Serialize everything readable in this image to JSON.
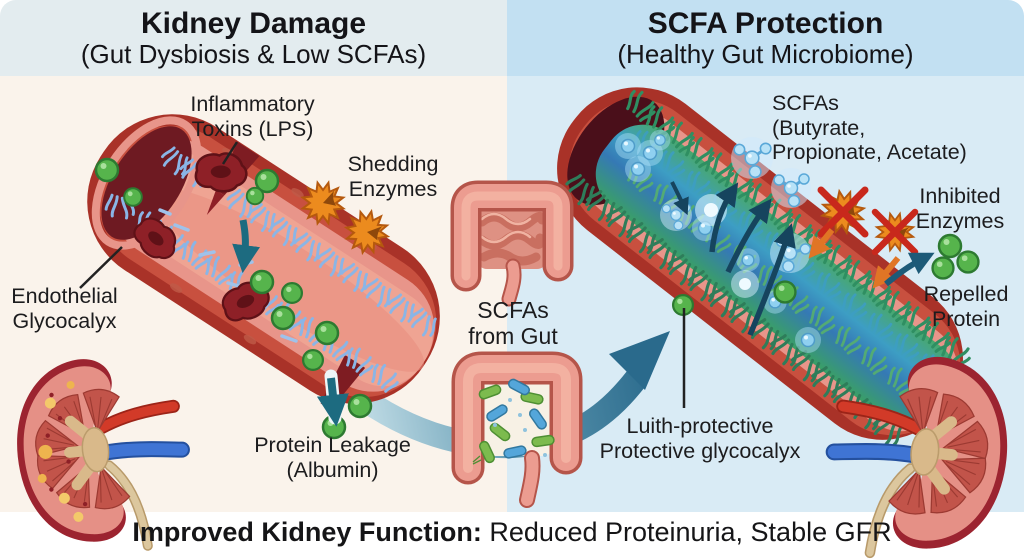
{
  "header": {
    "left": {
      "title": "Kidney Damage",
      "subtitle": "(Gut Dysbiosis & Low SCFAs)"
    },
    "right": {
      "title": "SCFA Protection",
      "subtitle": "(Healthy Gut Microbiome)"
    }
  },
  "left_panel": {
    "labels": {
      "inflammatory_toxins": {
        "line1": "Inflammatory",
        "line2": "Toxins (LPS)"
      },
      "shedding_enzymes": {
        "line1": "Shedding",
        "line2": "Enzymes"
      },
      "endothelial_glycocalyx": {
        "line1": "Endothelial",
        "line2": "Glycocalyx"
      },
      "protein_leakage": {
        "line1": "Protein Leakage",
        "line2": "(Albumin)"
      }
    }
  },
  "center": {
    "scfas_from_gut": {
      "line1": "SCFAs",
      "line2": "from Gut"
    }
  },
  "right_panel": {
    "labels": {
      "scfas": {
        "line1": "SCFAs",
        "line2": "(Butyrate,",
        "line3": "Propionate, Acetate)"
      },
      "inhibited_enzymes": {
        "line1": "Inhibited",
        "line2": "Enzymes"
      },
      "repelled_protein": {
        "line1": "Repelled",
        "line2": "Protein"
      },
      "protective_glycocalyx": {
        "line1": "Luith-protective",
        "line2": "Protective glycocalyx"
      }
    }
  },
  "footer": {
    "bold": "Improved Kidney Function:",
    "regular": " Reduced Proteinuria, Stable GFR"
  },
  "colors": {
    "left_header_bg": "#e3ecef",
    "right_header_bg": "#c2e0f2",
    "left_panel_bg": "#faf3eb",
    "right_panel_bg": "#d9ebf5",
    "footer_bg": "#ffffff",
    "vessel_red": "#b23b31",
    "vessel_lumen_pink": "#efa493",
    "lps_toxin_dark_red": "#8e2027",
    "protein_green": "#56b44c",
    "enzyme_orange": "#ec8b1e",
    "inhibit_x_red": "#c8281c",
    "arrow_teal": "#1d6b80",
    "swoosh_blue": "#2a6a8c",
    "damaged_glycocalyx_blue": "#8ab5e6",
    "healthy_glycocalyx_green": "#3aa065",
    "healthy_glycocalyx_teal": "#3d9ec4",
    "scfa_molecule_blue": "#b8e2f7",
    "text_dark": "#1c1c1e"
  }
}
